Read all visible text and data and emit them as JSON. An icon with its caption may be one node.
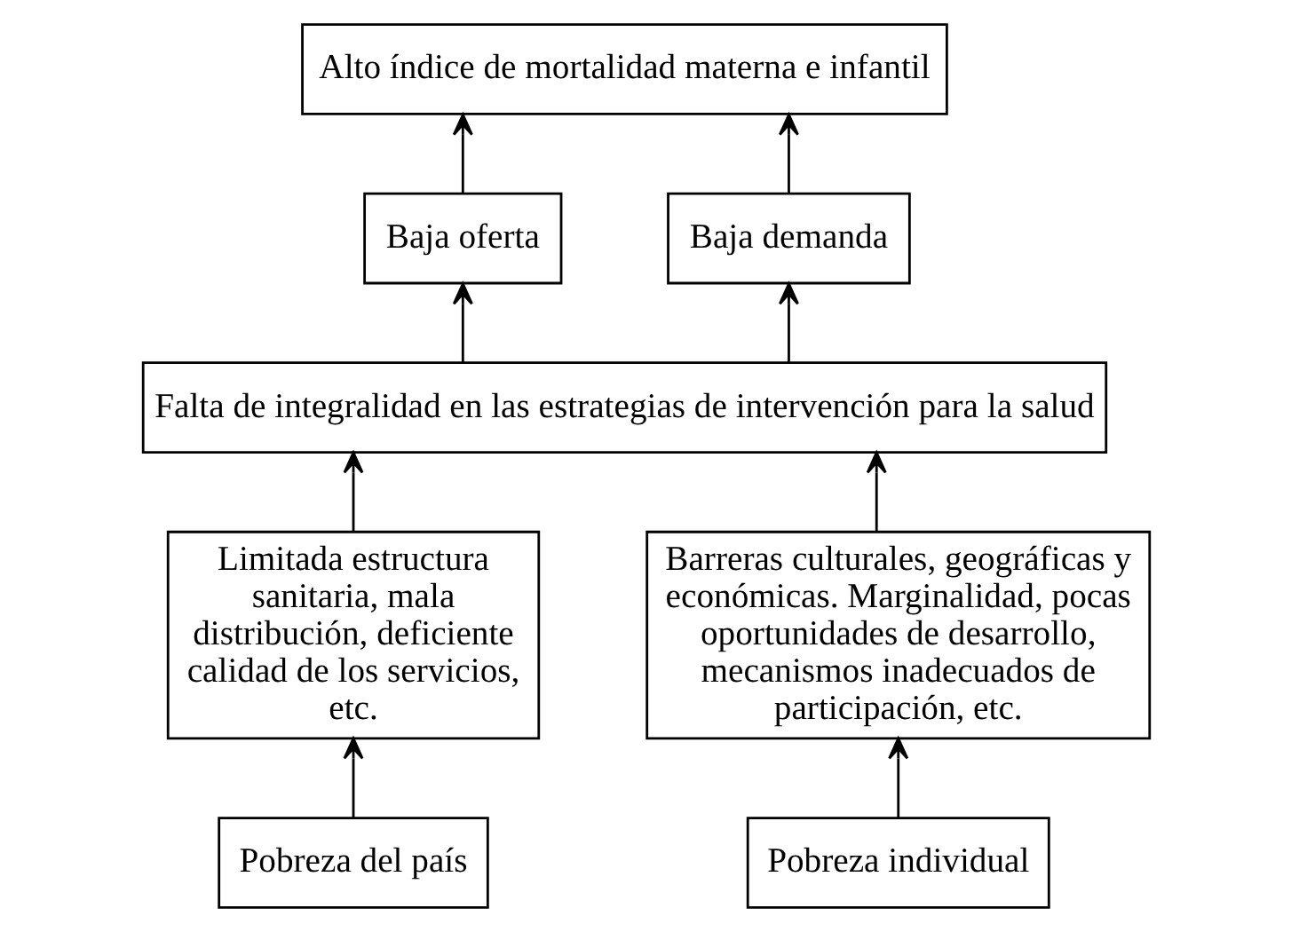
{
  "diagram": {
    "nodes": [
      {
        "text": [
          "Alto índice de mortalidad materna e infantil"
        ]
      },
      {
        "text": [
          "Baja oferta"
        ]
      },
      {
        "text": [
          "Baja demanda"
        ]
      },
      {
        "text": [
          "Falta de integralidad en las estrategias de intervención para la salud"
        ]
      },
      {
        "text": [
          "Limitada estructura sanitaria, mala distribución, deficiente calidad de los servicios, etc."
        ]
      },
      {
        "text": [
          "Barreras culturales, geográficas y económicas. Marginalidad, pocas oportunidades de desarrollo, mecanismos inadecuados de participación, etc."
        ]
      },
      {
        "text": [
          "Pobreza del país"
        ]
      },
      {
        "text": [
          "Pobreza individual"
        ]
      }
    ],
    "edges": [
      {
        "from": 1,
        "to": 0,
        "arrow": "to"
      },
      {
        "from": 2,
        "to": 0,
        "arrow": "to"
      },
      {
        "from": 3,
        "to": 1,
        "arrow": "to"
      },
      {
        "from": 3,
        "to": 2,
        "arrow": "to"
      },
      {
        "from": 4,
        "to": 3,
        "arrow": "to"
      },
      {
        "from": 5,
        "to": 3,
        "arrow": "to"
      },
      {
        "from": 6,
        "to": 4,
        "arrow": "to"
      },
      {
        "from": 7,
        "to": 5,
        "arrow": "to"
      }
    ]
  }
}
